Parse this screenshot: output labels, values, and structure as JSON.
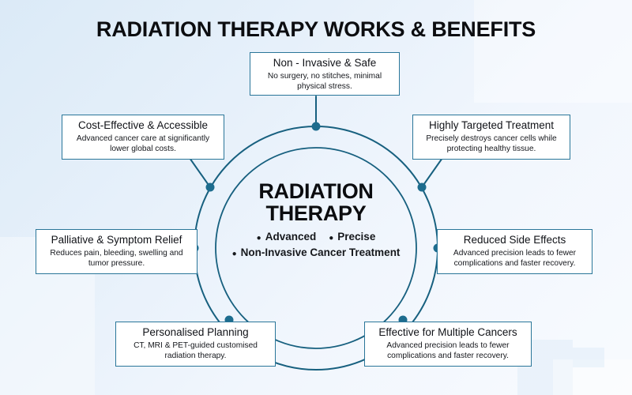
{
  "header": {
    "title": "RADIATION THERAPY WORKS & BENEFITS"
  },
  "colors": {
    "line": "#17607f",
    "node": "#1d6c8e",
    "card_border": "#2a7699",
    "card_bg": "#ffffff",
    "title_text": "#0c0d10",
    "bg_start": "#dbeaf7",
    "bg_end": "#f8fbfe"
  },
  "center": {
    "title_line1": "RADIATION",
    "title_line2": "THERAPY",
    "bullets": [
      "Advanced",
      "Precise",
      "Non-Invasive Cancer Treatment"
    ]
  },
  "nodes": [
    {
      "id": "non-invasive-safe",
      "title": "Non - Invasive & Safe",
      "desc": "No surgery, no stitches, minimal physical stress."
    },
    {
      "id": "cost-effective-accessible",
      "title": "Cost-Effective & Accessible",
      "desc": "Advanced cancer care at significantly lower global costs."
    },
    {
      "id": "highly-targeted-treatment",
      "title": "Highly Targeted Treatment",
      "desc": "Precisely destroys cancer cells while protecting healthy tissue."
    },
    {
      "id": "palliative-symptom-relief",
      "title": "Palliative & Symptom Relief",
      "desc": "Reduces pain, bleeding, swelling and tumor pressure."
    },
    {
      "id": "reduced-side-effects",
      "title": "Reduced Side Effects",
      "desc": "Advanced precision leads to fewer complications and faster recovery."
    },
    {
      "id": "personalised-planning",
      "title": "Personalised Planning",
      "desc": "CT, MRI & PET-guided customised radiation therapy."
    },
    {
      "id": "effective-multiple-cancers",
      "title": "Effective for Multiple Cancers",
      "desc": "Advanced precision leads to fewer complications and faster recovery."
    }
  ]
}
